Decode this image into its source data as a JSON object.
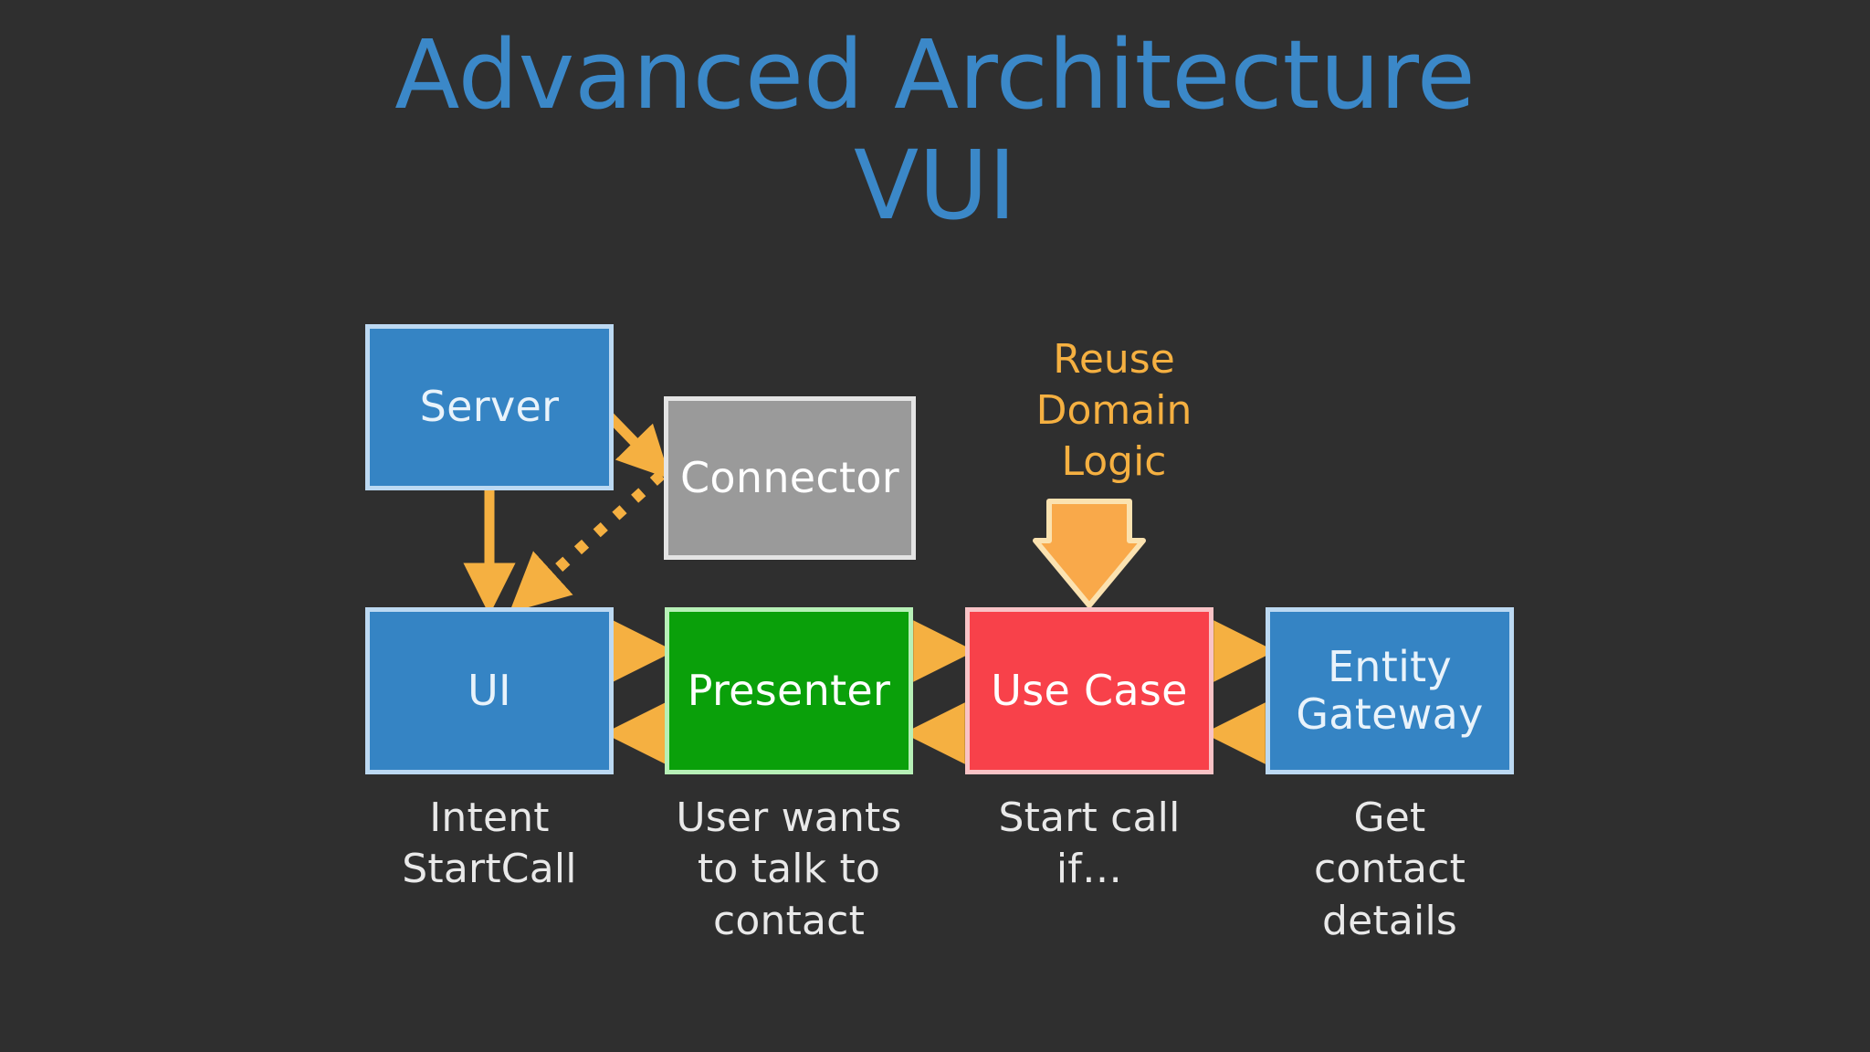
{
  "slide": {
    "background_color": "#2f2f2f",
    "title": "Advanced Architecture\nVUI",
    "title_color": "#3b88c8"
  },
  "accents": {
    "orange": "#f5b041",
    "arrow_outline": "#fbe2b0",
    "blue_fill": "#3584c4",
    "blue_border": "#bcd9f2",
    "gray_fill": "#9a9a9a",
    "gray_border": "#e4e4e4",
    "green_fill": "#0aa00a",
    "green_border": "#b7f0b7",
    "red_fill": "#f8414a",
    "red_border": "#f9c3c6"
  },
  "nodes": {
    "server": {
      "label": "Server"
    },
    "connector": {
      "label": "Connector"
    },
    "ui": {
      "label": "UI"
    },
    "presenter": {
      "label": "Presenter"
    },
    "usecase": {
      "label": "Use Case"
    },
    "entity": {
      "label": "Entity\nGateway"
    }
  },
  "captions": {
    "ui": "Intent\nStartCall",
    "presenter": "User wants\nto talk to\ncontact",
    "usecase": "Start call\nif…",
    "entity": "Get\ncontact\ndetails"
  },
  "annotations": {
    "reuse_domain_logic": "Reuse\nDomain\nLogic"
  },
  "connections": [
    {
      "name": "server-to-connector",
      "from": "server",
      "to": "connector",
      "style": "solid",
      "direction": "down-right"
    },
    {
      "name": "connector-to-ui",
      "from": "connector",
      "to": "ui",
      "style": "dotted",
      "direction": "down-left"
    },
    {
      "name": "server-to-ui",
      "from": "server",
      "to": "ui",
      "style": "solid",
      "direction": "down"
    },
    {
      "name": "ui-to-presenter",
      "from": "ui",
      "to": "presenter",
      "style": "solid",
      "direction": "right"
    },
    {
      "name": "presenter-to-ui",
      "from": "presenter",
      "to": "ui",
      "style": "dotted",
      "direction": "left"
    },
    {
      "name": "presenter-to-usecase",
      "from": "presenter",
      "to": "usecase",
      "style": "solid",
      "direction": "right"
    },
    {
      "name": "usecase-to-presenter",
      "from": "usecase",
      "to": "presenter",
      "style": "dotted",
      "direction": "left"
    },
    {
      "name": "usecase-to-entity",
      "from": "usecase",
      "to": "entity",
      "style": "solid",
      "direction": "right"
    },
    {
      "name": "entity-to-usecase",
      "from": "entity",
      "to": "usecase",
      "style": "dotted",
      "direction": "left"
    },
    {
      "name": "reuse-domain-logic-arrow",
      "from": "reuse_domain_logic",
      "to": "usecase",
      "style": "block",
      "direction": "down"
    }
  ]
}
